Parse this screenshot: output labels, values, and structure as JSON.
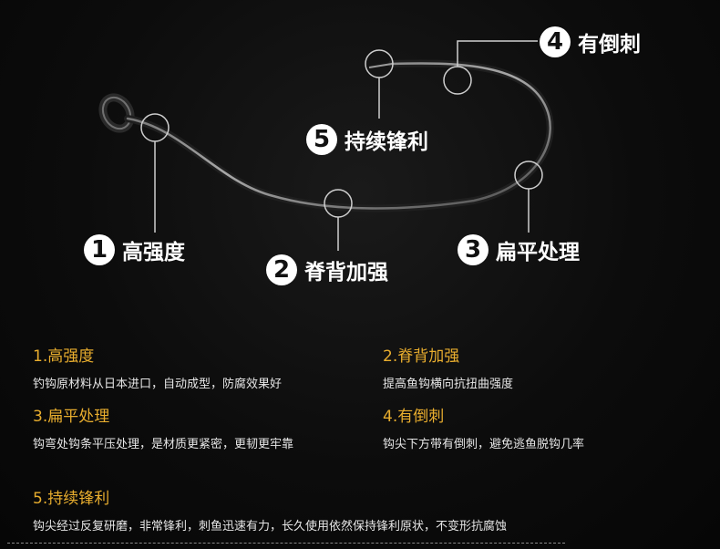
{
  "callouts": [
    {
      "num": "1",
      "label": "高强度"
    },
    {
      "num": "2",
      "label": "脊背加强"
    },
    {
      "num": "3",
      "label": "扁平处理"
    },
    {
      "num": "4",
      "label": "有倒刺"
    },
    {
      "num": "5",
      "label": "持续锋利"
    }
  ],
  "features": [
    {
      "title": "1.高强度",
      "desc": "钓钩原材料从日本进口，自动成型，防腐效果好"
    },
    {
      "title": "2.脊背加强",
      "desc": "提高鱼钩横向抗扭曲强度"
    },
    {
      "title": "3.扁平处理",
      "desc": "钩弯处钩条平压处理，是材质更紧密，更韧更牢靠"
    },
    {
      "title": "4.有倒刺",
      "desc": "钩尖下方带有倒刺，避免逃鱼脱钩几率"
    },
    {
      "title": "5.持续锋利",
      "desc": "钩尖经过反复研磨，非常锋利，刺鱼迅速有力，长久使用依然保持锋利原状，不变形抗腐蚀"
    }
  ],
  "colors": {
    "accent": "#e8ad2e",
    "text": "#ffffff",
    "background": "#0b0b0b"
  }
}
